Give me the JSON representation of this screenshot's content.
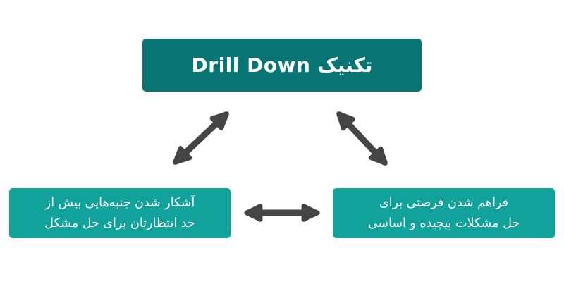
{
  "diagram": {
    "title": "تکنیک Drill Down",
    "left_node": {
      "line1": "آشکار شدن جنبه‌هایی بیش از",
      "line2": "حد انتظارتان برای حل مشکل"
    },
    "right_node": {
      "line1": "فراهم شدن فرصتی برای",
      "line2": "حل مشکلات پیچیده و اساسی"
    },
    "colors": {
      "title_box_bg": "#087473",
      "leaf_box_bg": "#11a29b",
      "arrow": "#454545",
      "text": "#ffffff",
      "background": "#ffffff"
    }
  }
}
